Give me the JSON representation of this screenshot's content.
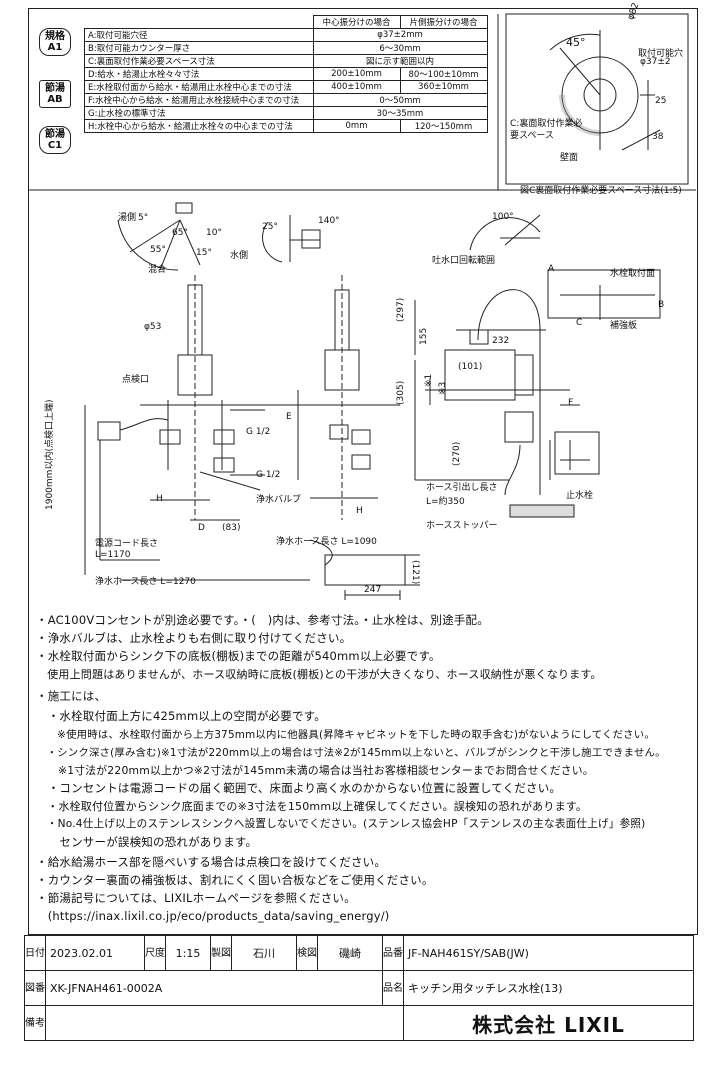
{
  "badges": [
    {
      "top": "規格",
      "bottom": "A1"
    },
    {
      "top": "節湯",
      "bottom": "AB"
    },
    {
      "top": "節湯",
      "bottom": "C1"
    }
  ],
  "spec_table": {
    "headers": [
      "",
      "中心振分けの場合",
      "片側振分けの場合"
    ],
    "rows": [
      [
        "A:取付可能穴径",
        "φ37±2mm",
        ""
      ],
      [
        "B:取付可能カウンター厚さ",
        "6～30mm",
        ""
      ],
      [
        "C:裏面取付作業必要スペース寸法",
        "図に示す範囲以内",
        ""
      ],
      [
        "D:給水・給湯止水栓々々寸法",
        "200±10mm",
        "80～100±10mm"
      ],
      [
        "E:水栓取付面から給水・給湯用止水栓中心までの寸法",
        "400±10mm",
        "360±10mm"
      ],
      [
        "F:水栓中心から給水・給湯用止水栓接続中心までの寸法",
        "0～50mm",
        ""
      ],
      [
        "G:止水栓の標準寸法",
        "30～35mm",
        ""
      ],
      [
        "H:水栓中心から給水・給湯止水栓々の中心までの寸法",
        "0mm",
        "120～150mm"
      ]
    ]
  },
  "detail": {
    "angle": "45°",
    "dia_outer": "φ82",
    "hole_label": "取付可能穴",
    "hole_dia": "φ37±2",
    "dim_25": "25",
    "dim_38": "38",
    "work_space_label": "C:裏面取付作業必要スペース",
    "wall_label": "壁面",
    "caption": "図C裏面取付作業必要スペース寸法(1:5)"
  },
  "drawing_labels": {
    "left_angles": [
      "5°",
      "65°",
      "10°",
      "55°",
      "15°"
    ],
    "kyuyu": "湯側",
    "konsui": "混合",
    "mizu": "水側",
    "right_angles": [
      "25°",
      "140°",
      "100°"
    ],
    "dia53": "φ53",
    "tenkenkou": "点検口",
    "g12_top": "G 1/2",
    "g12_bottom": "G 1/2",
    "e": "E",
    "h1": "H",
    "h2": "H",
    "d": "D",
    "d83": "(83)",
    "jousui_valve": "浄水バルブ",
    "vert_label": "1900mm以内(点検口上端)",
    "power_cord": "電源コード長さ",
    "power_len": "L=1170",
    "jousui_hose": "浄水ホース長さ L=1270",
    "jousui_hose2": "浄水ホース長さ L=1090",
    "dim121": "(121)",
    "dim247": "247",
    "hakusui": "吐水口回転範囲",
    "a": "A",
    "suisen_toritsuke": "水栓取付面",
    "hokyouban": "補強板",
    "c": "C",
    "b": "B",
    "f": "F",
    "dim297": "(297)",
    "dim155": "155",
    "dim232": "232",
    "dim101": "(101)",
    "dim305": "(305)",
    "x1": "※1",
    "x3": "※3",
    "dim270": "(270)",
    "hose_pull": "ホース引出し長さ",
    "hose_pull_len": "L=約350",
    "hose_stopper": "ホースストッパー",
    "shisuisen": "止水栓"
  },
  "notes": [
    "・AC100Vコンセントが別途必要です。・(　)内は、参考寸法。・止水栓は、別途手配。",
    "・浄水バルブは、止水栓よりも右側に取り付けてください。",
    "・水栓取付面からシンク下の底板(棚板)までの距離が540mm以上必要です。",
    "　使用上問題はありませんが、ホース収納時に底板(棚板)との干渉が大きくなり、ホース収納性が悪くなります。",
    "・施工には、",
    "　・水栓取付面上方に425mm以上の空間が必要です。",
    "　　※使用時は、水栓取付面から上方375mm以内に他器具(昇降キャビネットを下した時の取手含む)がないようにしてください。",
    "　・シンク深さ(厚み含む)※1寸法が220mm以上の場合は寸法※2が145mm以上ないと、バルブがシンクと干渉し施工できません。",
    "　　※1寸法が220mm以上かつ※2寸法が145mm未満の場合は当社お客様相談センターまでお問合せください。",
    "　・コンセントは電源コードの届く範囲で、床面より高く水のかからない位置に設置してください。",
    "　・水栓取付位置からシンク底面までの※3寸法を150mm以上確保してください。誤検知の恐れがあります。",
    "　・No.4仕上げ以上のステンレスシンクへ設置しないでください。(ステンレス協会HP「ステンレスの主な表面仕上げ」参照)",
    "　　センサーが誤検知の恐れがあります。",
    "・給水給湯ホース部を隠ぺいする場合は点検口を設けてください。",
    "・カウンター裏面の補強板は、割れにくく固い合板などをご使用ください。",
    "・節湯記号については、LIXILホームページを参照ください。",
    "　(https://inax.lixil.co.jp/eco/products_data/saving_energy/)"
  ],
  "title_block": {
    "date_label": "日付",
    "date": "2023.02.01",
    "scale_label": "尺度",
    "scale": "1:15",
    "drawn_label": "製図",
    "drawn": "石川",
    "checked_label": "検図",
    "checked": "磯崎",
    "model_label": "品番",
    "model": "JF-NAH461SY/SAB(JW)",
    "drawing_no_label": "図番",
    "drawing_no": "XK-JFNAH461-0002A",
    "product_name_label": "品名",
    "product_name": "キッチン用タッチレス水栓(13)",
    "remarks_label": "備考",
    "company": "株式会社 LIXIL"
  }
}
